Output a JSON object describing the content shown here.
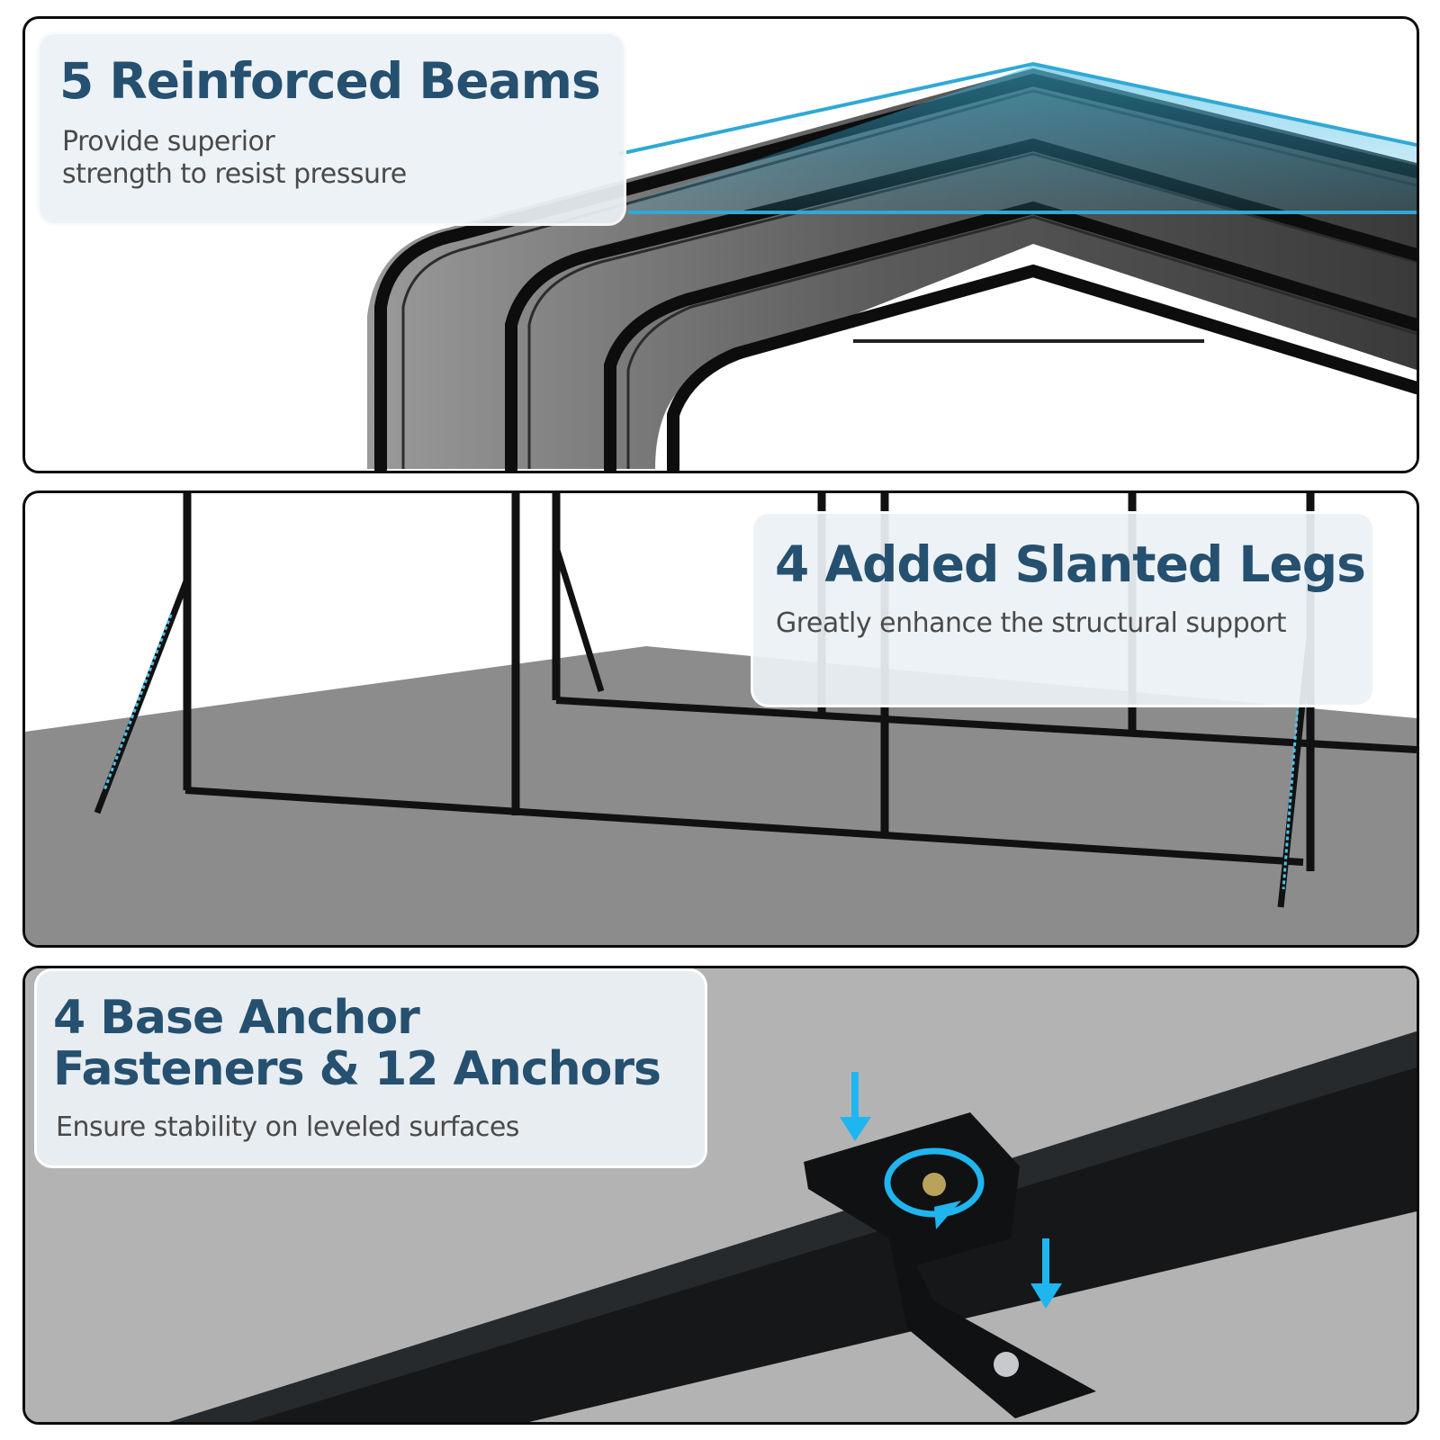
{
  "panels": [
    {
      "id": "reinforced-beams",
      "title": "5 Reinforced Beams",
      "subtitle_lines": [
        "Provide superior",
        "strength to resist pressure"
      ],
      "illustration": "carport-roof-frame-with-highlighted-beams"
    },
    {
      "id": "slanted-legs",
      "title": "4 Added Slanted Legs",
      "subtitle": "Greatly enhance the structural support",
      "illustration": "carport-legs-with-slanted-brace-highlight"
    },
    {
      "id": "base-anchors",
      "title_lines": [
        "4 Base Anchor",
        "Fasteners & 12 Anchors"
      ],
      "subtitle": "Ensure stability on leveled surfaces",
      "illustration": "base-rail-with-anchor-bracket"
    }
  ],
  "colors": {
    "title": "#25506f",
    "subtitle": "#4a4a4a",
    "accent_highlight": "#1fb6f0",
    "frame": "#111111",
    "floor": "#8a8a8a",
    "card_bg": "#ecf1f5"
  }
}
